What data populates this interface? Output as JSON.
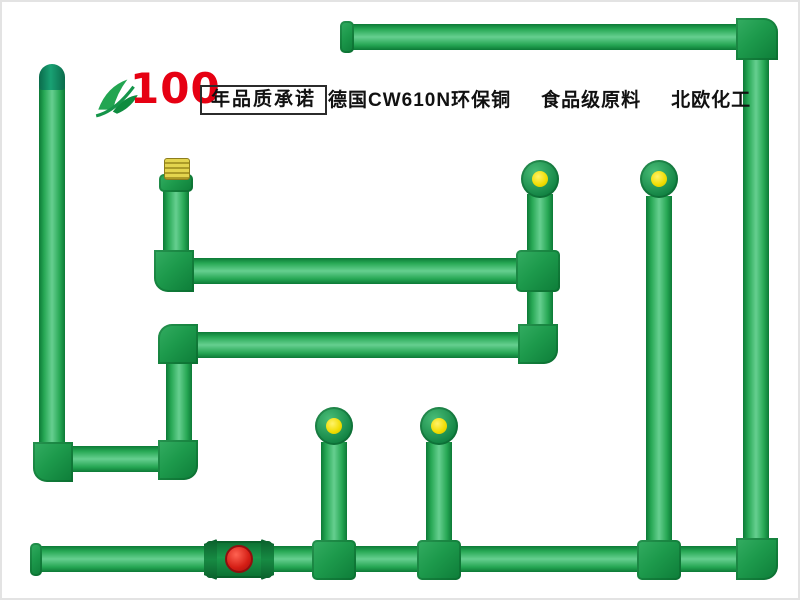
{
  "page": {
    "background": "#ffffff",
    "frame_border": "#e3e3e3"
  },
  "header": {
    "logo": {
      "number": "100",
      "number_color": "#e60012",
      "leaf_icon": "leaf-swoosh-icon",
      "leaf_color": "#1f9e4e"
    },
    "boxed_slogan": "年品质承诺",
    "claims": [
      {
        "label": "德国CW610N环保铜"
      },
      {
        "label": "食品级原料"
      },
      {
        "label": "北欧化工"
      }
    ]
  },
  "palette": {
    "pipe_green_base": "#27a855",
    "pipe_green_dark": "#0c7a36",
    "pipe_green_light": "#66cf90",
    "fitting_green": "#1d9a4c",
    "end_cap_yellow": "#f0dc00",
    "dome_cap_teal": "#19a173",
    "brass_adapter_yellow": "#e3d44e",
    "valve_knob_red": "#d41d14"
  }
}
